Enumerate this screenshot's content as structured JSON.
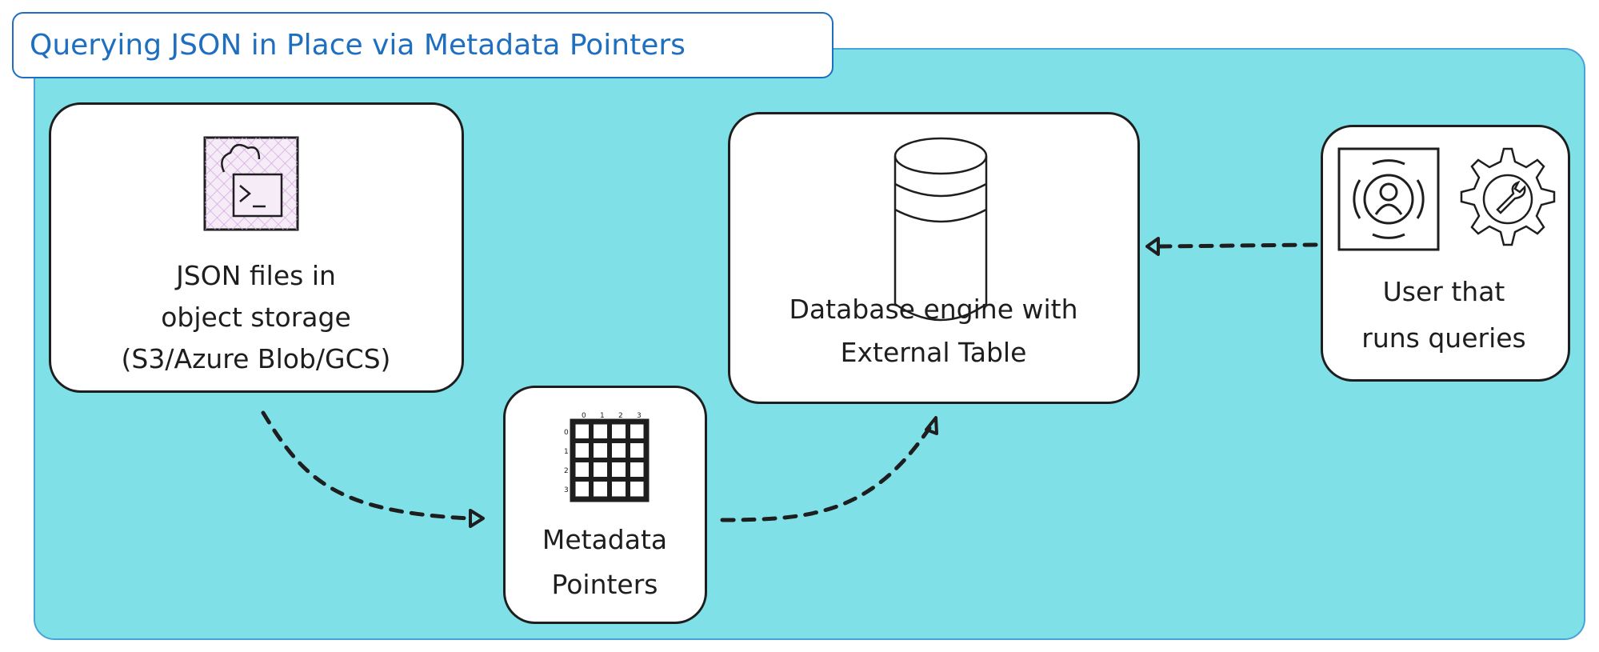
{
  "title": "Querying JSON in Place via Metadata Pointers",
  "nodes": {
    "storage": {
      "line1": "JSON files in",
      "line2": "object storage",
      "line3": "(S3/Azure Blob/GCS)"
    },
    "metadata": {
      "line1": "Metadata",
      "line2": "Pointers",
      "grid_labels": [
        "0",
        "1",
        "2",
        "3"
      ]
    },
    "database": {
      "line1": "Database engine with",
      "line2": "External Table"
    },
    "user": {
      "line1": "User that",
      "line2": "runs queries"
    }
  },
  "colors": {
    "panel": "#80e0e8",
    "title": "#1f6fc0",
    "stroke": "#1e1e1e"
  }
}
